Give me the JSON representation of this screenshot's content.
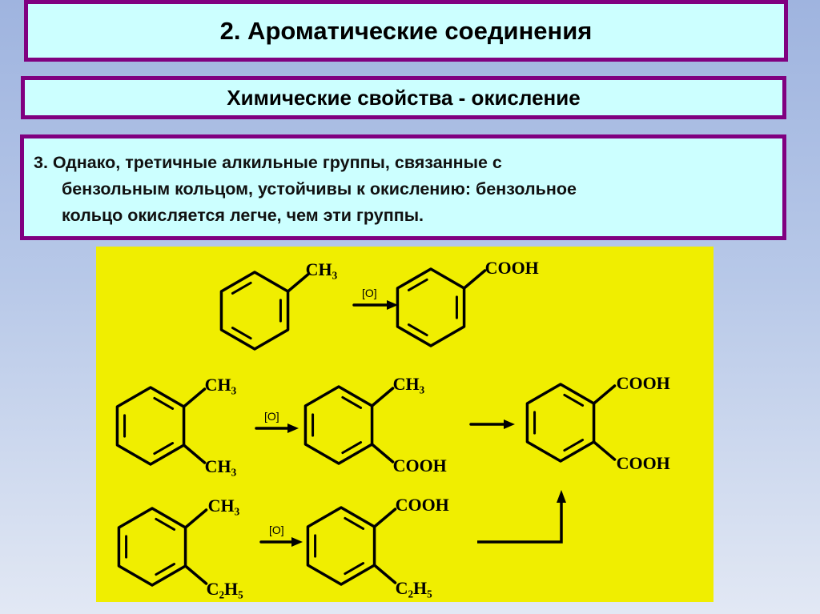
{
  "slide": {
    "title": "2. Ароматические соединения",
    "subtitle": "Химические свойства - окисление",
    "body_lines": [
      "3. Однако, третичные алкильные группы, связанные с",
      "бензольным кольцом, устойчивы к окислению: бензольное",
      "кольцо окисляется легче, чем эти группы."
    ]
  },
  "scheme": {
    "oxidant_label": "[O]",
    "labels": {
      "toluene_ch3": "CH₃",
      "benzoic_cooh": "COOH",
      "oxylene_ch3_top": "CH₃",
      "oxylene_ch3_bottom": "CH₃",
      "toluic_ch3": "CH₃",
      "toluic_cooh": "COOH",
      "phthalic_cooh_top": "COOH",
      "phthalic_cooh_bottom": "COOH",
      "ethyltoluene_ch3": "CH₃",
      "ethyltoluene_c2h5": "C₂H₅",
      "ethylbenzoic_cooh": "COOH",
      "ethylbenzoic_c2h5": "C₂H₅"
    },
    "colors": {
      "panel": "#f0ee00",
      "box_fill": "#ccffff",
      "box_border": "#800080"
    }
  }
}
